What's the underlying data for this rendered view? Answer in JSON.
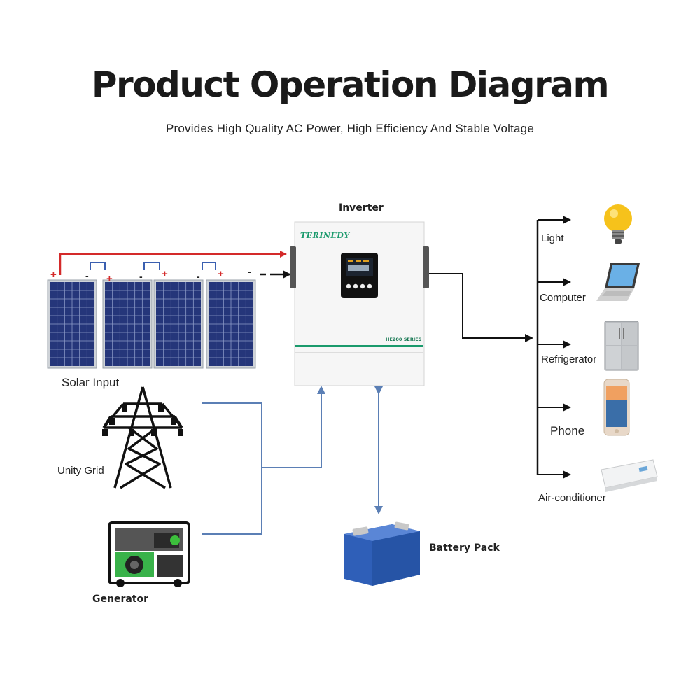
{
  "header": {
    "title": "Product Operation Diagram",
    "subtitle": "Provides High Quality AC Power, High Efficiency And Stable Voltage"
  },
  "inverter": {
    "label": "Inverter",
    "brand": "TERINEDY",
    "series": "HE200 SERIES"
  },
  "inputs": {
    "solar": "Solar Input",
    "grid": "Unity Grid",
    "generator": "Generator",
    "battery": "Battery Pack"
  },
  "solar_panels": {
    "plus": "+",
    "minus": "-"
  },
  "loads": {
    "light": "Light",
    "computer": "Computer",
    "refrigerator": "Refrigerator",
    "phone": "Phone",
    "air_conditioner": "Air-conditioner"
  },
  "colors": {
    "dc_positive_wire": "#d42a2a",
    "ac_wire": "#5b7fb5",
    "black_wire": "#111111",
    "accent_stripe": "#1a9a6c",
    "solar_cell": "#25367a",
    "battery_body": "#2f5fb8"
  }
}
